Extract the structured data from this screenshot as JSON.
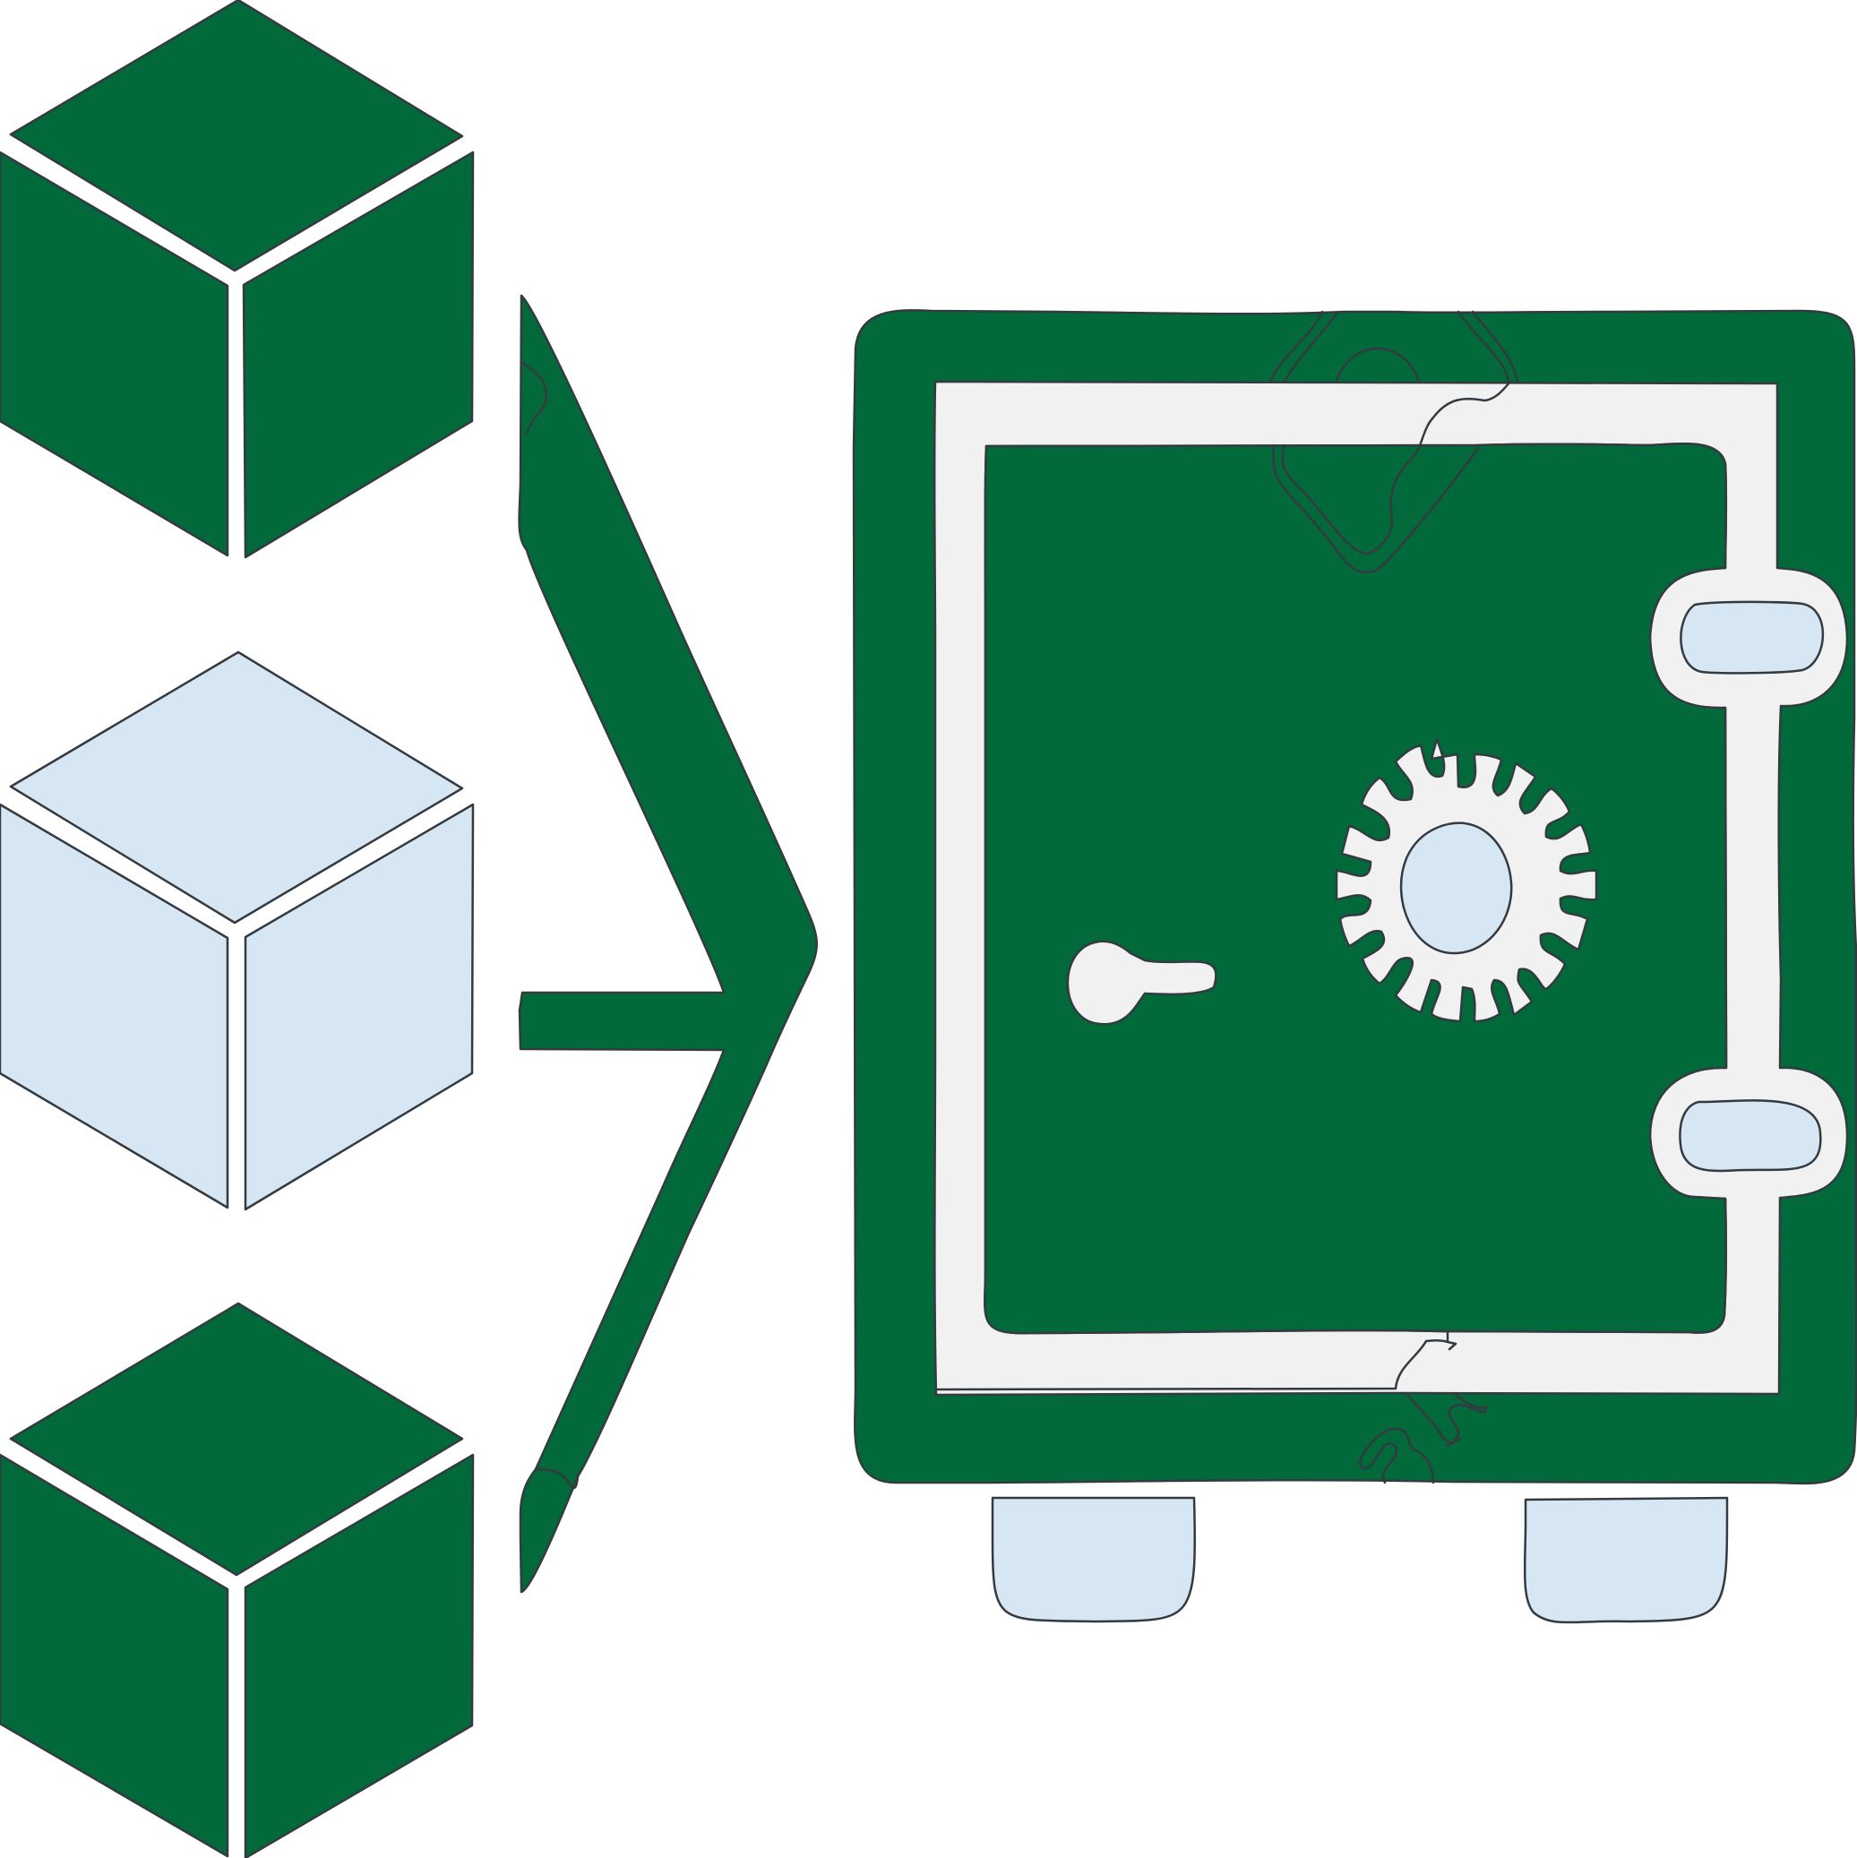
{
  "illustration": {
    "colors": {
      "green": "#02693a",
      "light_blue": "#d6e6f2",
      "light_gray": "#f1f1f1",
      "outline": "#333a40",
      "background": "#ffffff"
    },
    "blocks": [
      {
        "name": "top-cube-icon",
        "fill": "green"
      },
      {
        "name": "middle-cube-icon",
        "fill": "light_blue"
      },
      {
        "name": "bottom-cube-icon",
        "fill": "green"
      }
    ],
    "connector": {
      "name": "merge-arrow-icon",
      "fill": "green"
    },
    "safe": {
      "name": "vault-safe-icon",
      "body_fill": "green",
      "frame_fill": "light_gray",
      "accent_fill": "light_blue"
    }
  }
}
